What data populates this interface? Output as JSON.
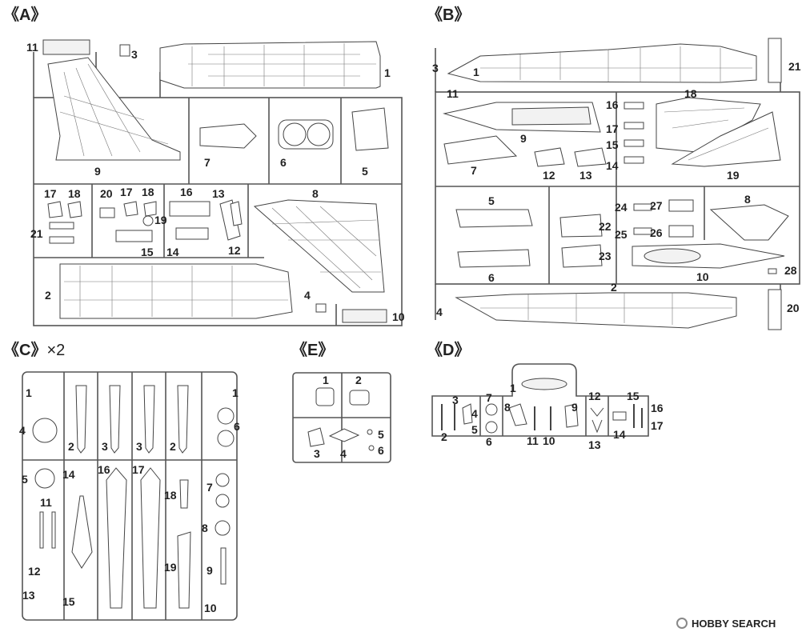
{
  "sections": {
    "A": {
      "title": "《A》",
      "labels": [
        "11",
        "3",
        "1",
        "9",
        "7",
        "6",
        "5",
        "17",
        "18",
        "20",
        "17",
        "18",
        "16",
        "13",
        "8",
        "19",
        "21",
        "15",
        "14",
        "12",
        "2",
        "4",
        "10"
      ]
    },
    "B": {
      "title": "《B》",
      "labels": [
        "3",
        "1",
        "21",
        "11",
        "18",
        "16",
        "17",
        "9",
        "15",
        "14",
        "7",
        "12",
        "13",
        "19",
        "5",
        "8",
        "24",
        "27",
        "22",
        "25",
        "26",
        "23",
        "6",
        "10",
        "28",
        "2",
        "4",
        "20"
      ]
    },
    "C": {
      "title": "《C》",
      "suffix": "×2",
      "labels": [
        "1",
        "1",
        "4",
        "2",
        "3",
        "3",
        "2",
        "6",
        "5",
        "14",
        "16",
        "17",
        "18",
        "7",
        "11",
        "8",
        "12",
        "19",
        "9",
        "13",
        "15",
        "10"
      ]
    },
    "D": {
      "title": "《D》",
      "labels": [
        "1",
        "3",
        "7",
        "12",
        "15",
        "4",
        "2",
        "5",
        "6",
        "8",
        "9",
        "16",
        "17",
        "11",
        "10",
        "13",
        "14"
      ]
    },
    "E": {
      "title": "《E》",
      "labels": [
        "1",
        "2",
        "5",
        "3",
        "4",
        "6"
      ]
    }
  },
  "watermark": {
    "text": "HOBBY SEARCH",
    "icon": "hobby-search-logo-icon"
  }
}
